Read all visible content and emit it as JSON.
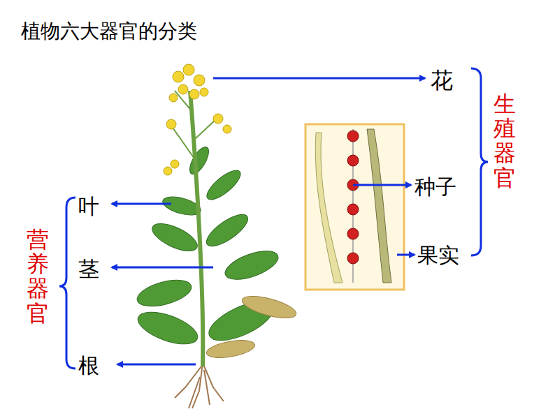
{
  "diagram": {
    "title": "植物六大器官的分类",
    "labels": [
      "花",
      "种子",
      "果实",
      "生殖器官",
      "叶",
      "茎",
      "根",
      "营养器官"
    ]
  }
}
